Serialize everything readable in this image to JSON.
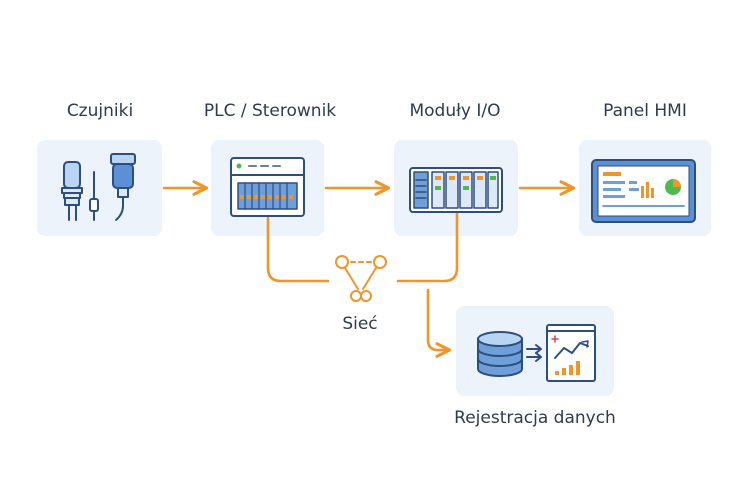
{
  "nodes": {
    "sensors": {
      "label": "Czujniki"
    },
    "plc": {
      "label": "PLC / Sterownik"
    },
    "io": {
      "label": "Moduły I/O"
    },
    "hmi": {
      "label": "Panel HMI"
    },
    "network": {
      "label": "Sieć"
    },
    "logging": {
      "label": "Rejestracja danych"
    }
  },
  "colors": {
    "accent": "#f0952a",
    "icon_stroke": "#2e4e7e",
    "icon_fill": "#6f9fd8",
    "card": "#edf3fb"
  },
  "icons": {
    "sensors": "sensor-probes-icon",
    "plc": "plc-controller-icon",
    "io": "io-modules-icon",
    "hmi": "hmi-screen-icon",
    "network": "network-switch-icon",
    "logging": "database-chart-icon"
  }
}
